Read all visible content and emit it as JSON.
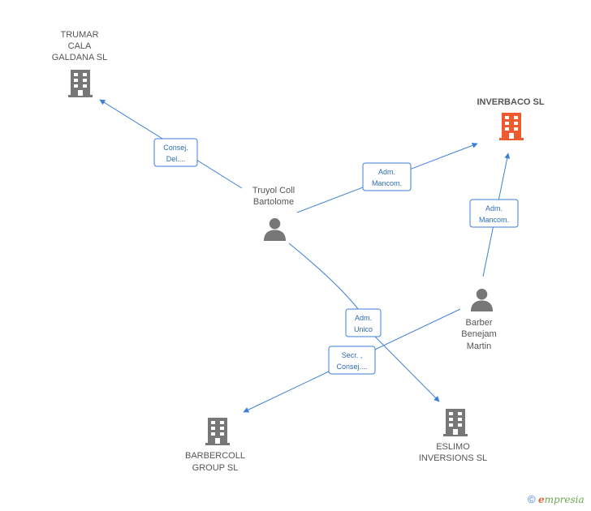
{
  "colors": {
    "edge": "#3d7fd6",
    "building": "#777777",
    "building_highlight": "#f05a2e",
    "person": "#777777",
    "label": "#555555"
  },
  "nodes": {
    "trumar": {
      "lines": [
        "TRUMAR",
        "CALA",
        "GALDANA SL"
      ],
      "icon": "building-icon"
    },
    "inverbaco": {
      "lines": [
        "INVERBACO SL"
      ],
      "icon": "building-icon"
    },
    "truyol": {
      "lines": [
        "Truyol Coll",
        "Bartolome"
      ],
      "icon": "person-icon"
    },
    "barber": {
      "lines": [
        "Barber",
        "Benejam",
        "Martin"
      ],
      "icon": "person-icon"
    },
    "barbercoll": {
      "lines": [
        "BARBERCOLL",
        "GROUP  SL"
      ],
      "icon": "building-icon"
    },
    "eslimo": {
      "lines": [
        "ESLIMO",
        "INVERSIONS SL"
      ],
      "icon": "building-icon"
    }
  },
  "relations": {
    "truyol_trumar": [
      "Consej.",
      "Del...."
    ],
    "truyol_inverbaco": [
      "Adm.",
      "Mancom."
    ],
    "barber_inverbaco": [
      "Adm.",
      "Mancom."
    ],
    "truyol_eslimo": [
      "Adm.",
      "Unico"
    ],
    "barber_barbercoll": [
      "Secr. ,",
      "Consej...."
    ]
  },
  "footer": {
    "copyright_symbol": "©",
    "brand_initial": "e",
    "brand_rest": "mpresia"
  }
}
